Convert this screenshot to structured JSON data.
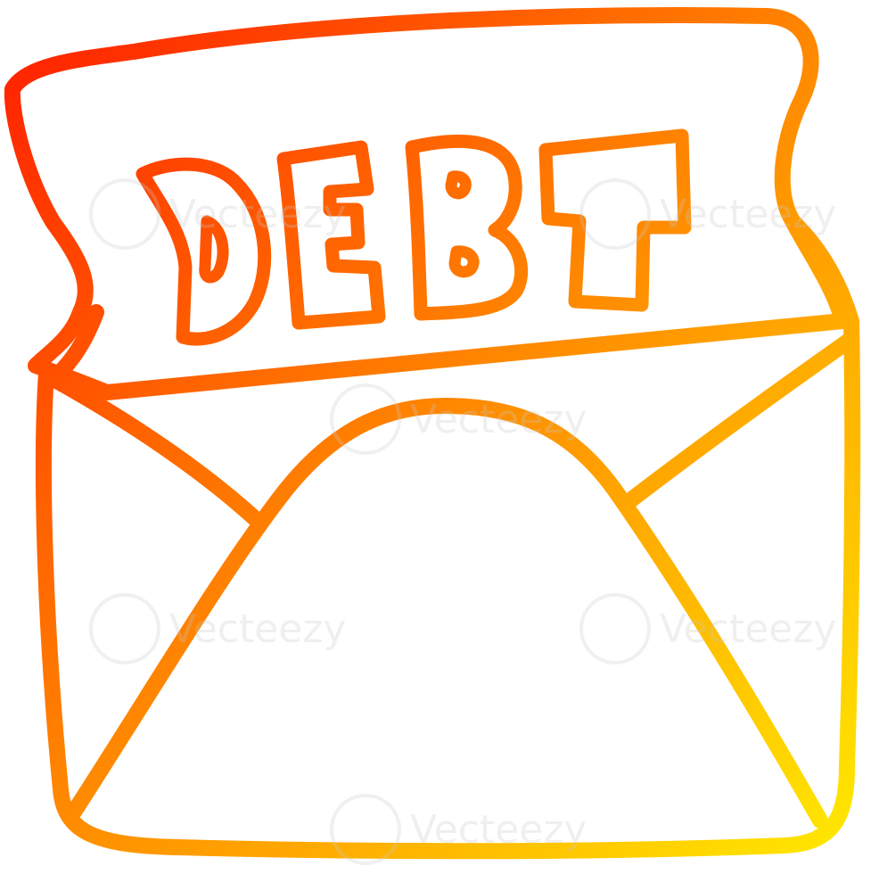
{
  "illustration": {
    "headline": "DEBT",
    "letters": [
      "D",
      "E",
      "B",
      "T"
    ],
    "watermark": "Vecteezy"
  },
  "colors": {
    "gradient_start": "#ff1a00",
    "gradient_mid": "#ff8a00",
    "gradient_end": "#ffee00",
    "background": "#ffffff"
  },
  "icons": {
    "main": "envelope-icon",
    "paper": "letter-paper-icon"
  }
}
